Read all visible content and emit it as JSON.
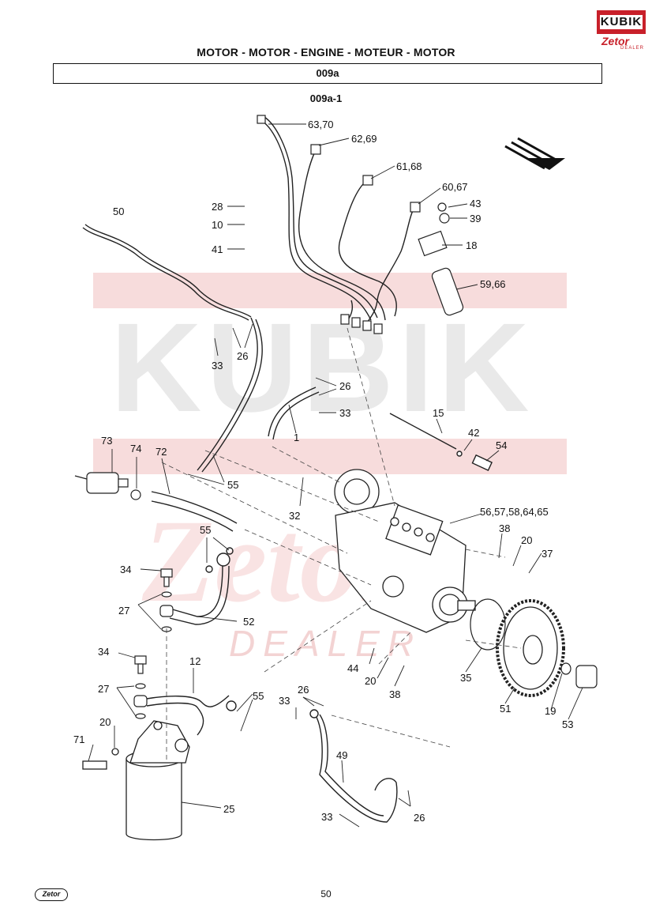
{
  "header": {
    "title": "MOTOR - MOTOR - ENGINE - MOTEUR - MOTOR",
    "section": "009a",
    "subsection": "009a-1"
  },
  "brand": {
    "name": "KUBIK",
    "sub": "Zetor",
    "tag": "DEALER"
  },
  "footer": {
    "page": "50",
    "logo": "Zetor"
  },
  "callouts": [
    {
      "id": "c-63-70",
      "label": "63,70"
    },
    {
      "id": "c-62-69",
      "label": "62,69"
    },
    {
      "id": "c-61-68",
      "label": "61,68"
    },
    {
      "id": "c-60-67",
      "label": "60,67"
    },
    {
      "id": "c-43",
      "label": "43"
    },
    {
      "id": "c-39",
      "label": "39"
    },
    {
      "id": "c-18",
      "label": "18"
    },
    {
      "id": "c-59-66",
      "label": "59,66"
    },
    {
      "id": "c-50",
      "label": "50"
    },
    {
      "id": "c-28",
      "label": "28"
    },
    {
      "id": "c-10",
      "label": "10"
    },
    {
      "id": "c-41",
      "label": "41"
    },
    {
      "id": "c-33a",
      "label": "33"
    },
    {
      "id": "c-26a",
      "label": "26"
    },
    {
      "id": "c-26b",
      "label": "26"
    },
    {
      "id": "c-33b",
      "label": "33"
    },
    {
      "id": "c-1",
      "label": "1"
    },
    {
      "id": "c-15",
      "label": "15"
    },
    {
      "id": "c-42",
      "label": "42"
    },
    {
      "id": "c-54",
      "label": "54"
    },
    {
      "id": "c-73",
      "label": "73"
    },
    {
      "id": "c-74",
      "label": "74"
    },
    {
      "id": "c-72",
      "label": "72"
    },
    {
      "id": "c-55a",
      "label": "55"
    },
    {
      "id": "c-32",
      "label": "32"
    },
    {
      "id": "c-56",
      "label": "56,57,58,64,65"
    },
    {
      "id": "c-55b",
      "label": "55"
    },
    {
      "id": "c-38a",
      "label": "38"
    },
    {
      "id": "c-20a",
      "label": "20"
    },
    {
      "id": "c-37",
      "label": "37"
    },
    {
      "id": "c-34a",
      "label": "34"
    },
    {
      "id": "c-27a",
      "label": "27"
    },
    {
      "id": "c-52",
      "label": "52"
    },
    {
      "id": "c-34b",
      "label": "34"
    },
    {
      "id": "c-12",
      "label": "12"
    },
    {
      "id": "c-27b",
      "label": "27"
    },
    {
      "id": "c-55c",
      "label": "55"
    },
    {
      "id": "c-44",
      "label": "44"
    },
    {
      "id": "c-20b",
      "label": "20"
    },
    {
      "id": "c-38b",
      "label": "38"
    },
    {
      "id": "c-35",
      "label": "35"
    },
    {
      "id": "c-51",
      "label": "51"
    },
    {
      "id": "c-19",
      "label": "19"
    },
    {
      "id": "c-53",
      "label": "53"
    },
    {
      "id": "c-33c",
      "label": "33"
    },
    {
      "id": "c-26c",
      "label": "26"
    },
    {
      "id": "c-20c",
      "label": "20"
    },
    {
      "id": "c-71",
      "label": "71"
    },
    {
      "id": "c-49",
      "label": "49"
    },
    {
      "id": "c-25",
      "label": "25"
    },
    {
      "id": "c-33d",
      "label": "33"
    },
    {
      "id": "c-26d",
      "label": "26"
    }
  ]
}
